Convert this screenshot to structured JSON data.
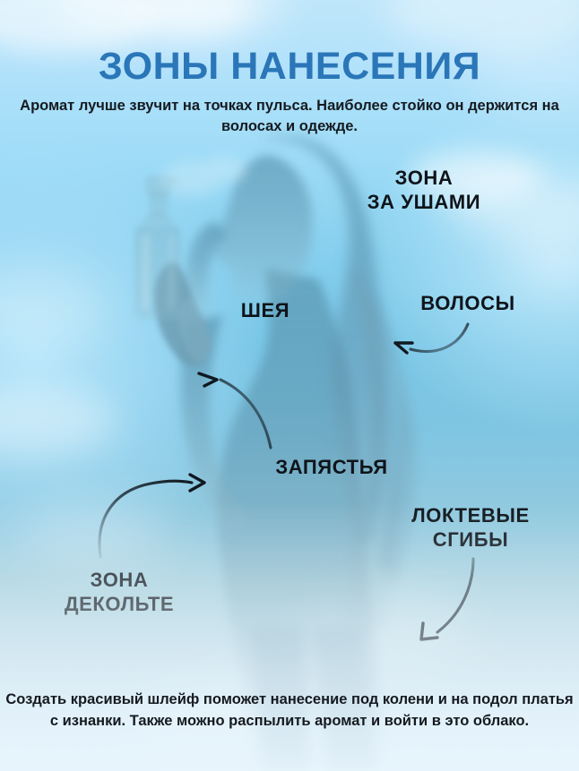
{
  "poster": {
    "title": "ЗОНЫ НАНЕСЕНИЯ",
    "title_color": "#2a76b8",
    "subtitle": "Аромат лучше звучит на точках пульса.\nНаиболее стойко он держится на волосах и одежде.",
    "footnote": "Создать красивый шлейф поможет нанесение\nпод колени и на подол платья с изнанки.\nТакже можно распылить аромат и войти в это облако.",
    "body_text_color": "#151a20",
    "label_text_color": "#0e1419",
    "background": {
      "top_color": "#bfe6fa",
      "mid_color": "#79c6e6",
      "bottom_color": "#e2f1fb",
      "silhouette_color": "#6c9fb4",
      "description": "sky-with-clouds"
    }
  },
  "zones": [
    {
      "id": "behind-ears",
      "label": "ЗОНА\nЗА УШАМИ",
      "has_arrow": false
    },
    {
      "id": "neck",
      "label": "ШЕЯ",
      "has_arrow": false
    },
    {
      "id": "hair",
      "label": "ВОЛОСЫ",
      "has_arrow": true,
      "arrow_direction": "left"
    },
    {
      "id": "wrists",
      "label": "ЗАПЯСТЬЯ",
      "has_arrow": true,
      "arrow_direction": "up-left"
    },
    {
      "id": "elbows",
      "label": "ЛОКТЕВЫЕ\nСГИБЫ",
      "has_arrow": true,
      "arrow_direction": "down-left"
    },
    {
      "id": "decolletage",
      "label": "ЗОНА\nДЕКОЛЬТЕ",
      "has_arrow": true,
      "arrow_direction": "up-right"
    }
  ],
  "illustration": {
    "subject": "woman-silhouette-holding-perfume-bottle",
    "alt": "Силуэт женщины в профиль с флаконом духов"
  }
}
